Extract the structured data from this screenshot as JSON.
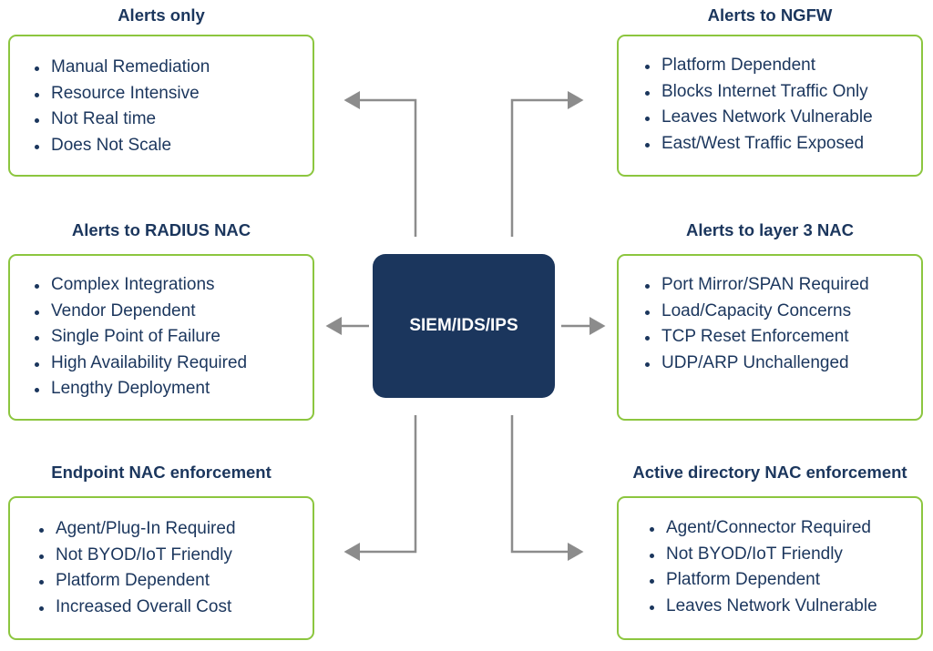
{
  "center": {
    "label": "SIEM/IDS/IPS",
    "color": "#1b365d"
  },
  "colors": {
    "border": "#8cc63f",
    "text": "#1b365d",
    "arrow": "#8c8c8c"
  },
  "panels": [
    {
      "id": "alerts-only",
      "title": "Alerts only",
      "items": [
        "Manual Remediation",
        "Resource Intensive",
        "Not Real time",
        "Does Not Scale"
      ]
    },
    {
      "id": "alerts-to-ngfw",
      "title": "Alerts to NGFW",
      "items": [
        "Platform Dependent",
        "Blocks Internet Traffic Only",
        "Leaves Network Vulnerable",
        "East/West Traffic Exposed"
      ]
    },
    {
      "id": "alerts-to-radius-nac",
      "title": "Alerts to RADIUS NAC",
      "items": [
        "Complex Integrations",
        "Vendor Dependent",
        "Single Point of Failure",
        "High Availability Required",
        "Lengthy Deployment"
      ]
    },
    {
      "id": "alerts-to-layer3-nac",
      "title": "Alerts to layer 3 NAC",
      "items": [
        "Port Mirror/SPAN Required",
        "Load/Capacity Concerns",
        "TCP Reset Enforcement",
        "UDP/ARP Unchallenged"
      ]
    },
    {
      "id": "endpoint-nac",
      "title": "Endpoint NAC enforcement",
      "items": [
        "Agent/Plug-In Required",
        "Not BYOD/IoT Friendly",
        "Platform Dependent",
        "Increased Overall Cost"
      ]
    },
    {
      "id": "active-directory-nac",
      "title": "Active directory NAC enforcement",
      "items": [
        "Agent/Connector Required",
        "Not BYOD/IoT Friendly",
        "Platform Dependent",
        "Leaves Network Vulnerable"
      ]
    }
  ]
}
